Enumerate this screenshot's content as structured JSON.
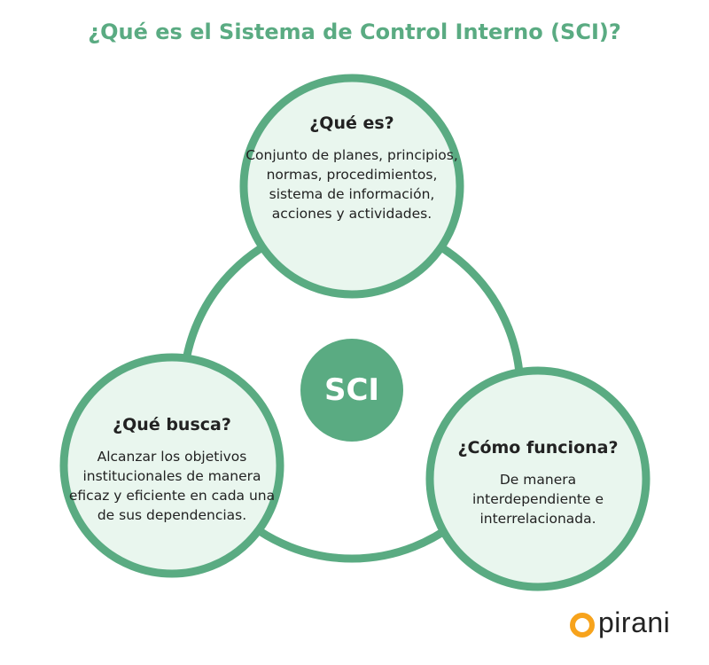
{
  "title": "¿Qué es el Sistema de Control Interno (SCI)?",
  "center": "SCI",
  "nodes": [
    {
      "heading": "¿Qué es?",
      "text": "Conjunto de planes, principios, normas, procedimientos, sistema de información, acciones y actividades."
    },
    {
      "heading": "¿Qué busca?",
      "text": "Alcanzar los objetivos institucionales de manera eficaz y eficiente en cada una de sus dependencias."
    },
    {
      "heading": "¿Cómo funciona?",
      "text": "De manera interdependiente e interrelacionada."
    }
  ],
  "logo": "pirani",
  "colors": {
    "accent": "#5aab82",
    "fill": "#e9f6ee",
    "logo": "#f7a31c"
  }
}
